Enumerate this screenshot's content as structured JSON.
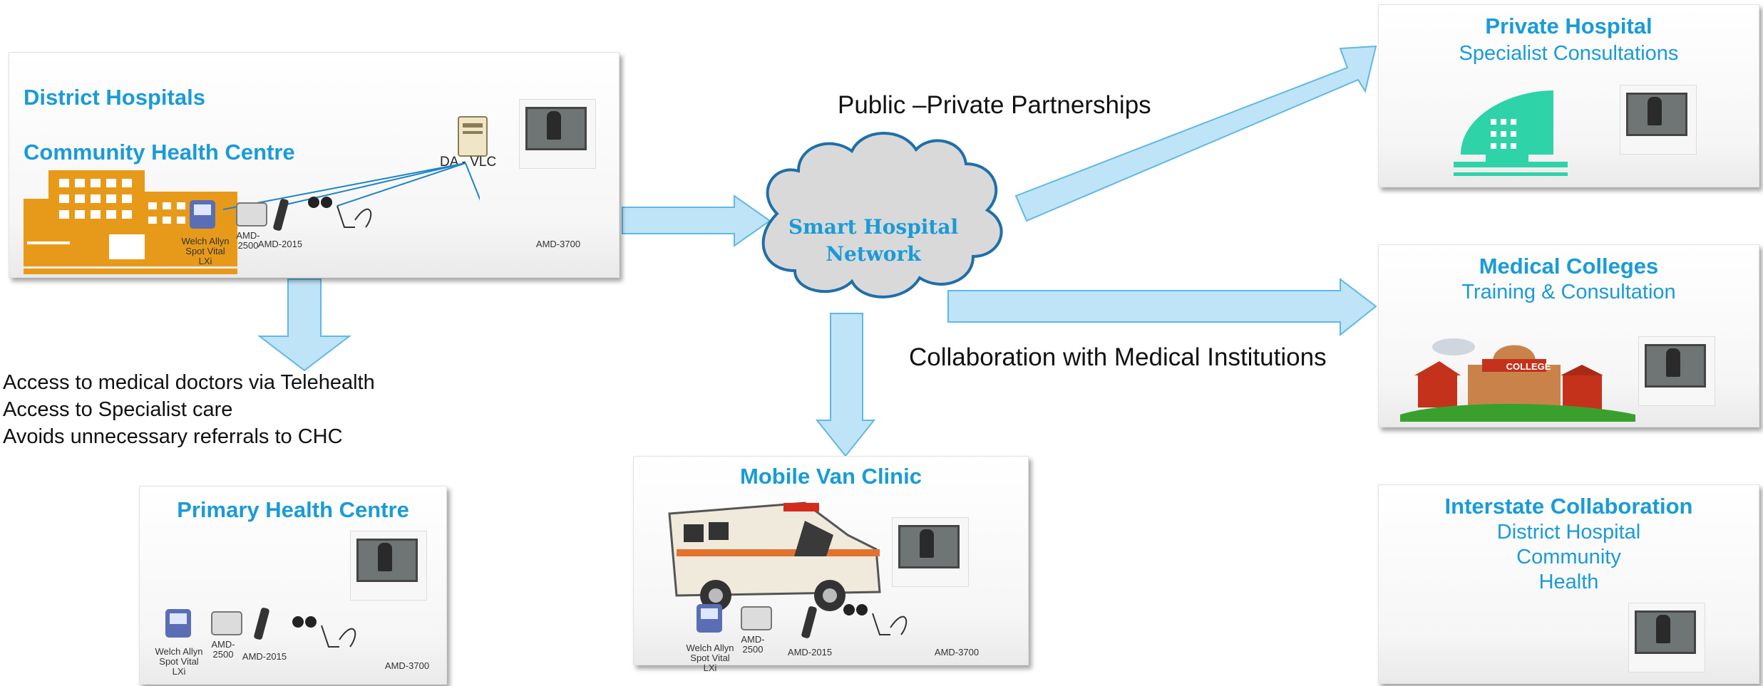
{
  "district": {
    "title1": "District Hospitals",
    "title2": "Community Health Centre",
    "server_label": "DA - VLC",
    "devices": [
      "Welch Allyn Spot Vital LXi",
      "AMD-2500",
      "AMD-2015",
      "AMD-3700"
    ]
  },
  "notes": [
    "Access to medical doctors via Telehealth",
    "Access to Specialist care",
    "Avoids unnecessary referrals to CHC"
  ],
  "phc": {
    "title": "Primary Health Centre",
    "devices": [
      "Welch Allyn Spot Vital LXi",
      "AMD-2500",
      "AMD-2015",
      "AMD-3700"
    ]
  },
  "network": {
    "line1": "Smart Hospital",
    "line2": "Network"
  },
  "ppp_label": "Public –Private Partnerships",
  "collab_label": "Collaboration with Medical Institutions",
  "mobile": {
    "title": "Mobile Van Clinic",
    "devices": [
      "Welch Allyn Spot Vital LXi",
      "AMD-2500",
      "AMD-2015",
      "AMD-3700"
    ]
  },
  "private": {
    "title": "Private Hospital",
    "sub": "Specialist Consultations"
  },
  "colleges": {
    "title": "Medical Colleges",
    "sub": "Training & Consultation",
    "college_sign": "COLLEGE"
  },
  "interstate": {
    "title": "Interstate Collaboration",
    "lines": [
      "District Hospital",
      "Community",
      "Health"
    ]
  },
  "colors": {
    "title_blue": "#1a9bd6",
    "arrow_fill": "#bfe4f7",
    "arrow_stroke": "#5fb8e6",
    "building_orange": "#e79a1a",
    "private_green": "#2ed3a8",
    "cloud_fill": "#d9d9d9",
    "cloud_stroke": "#1f6fa8"
  }
}
